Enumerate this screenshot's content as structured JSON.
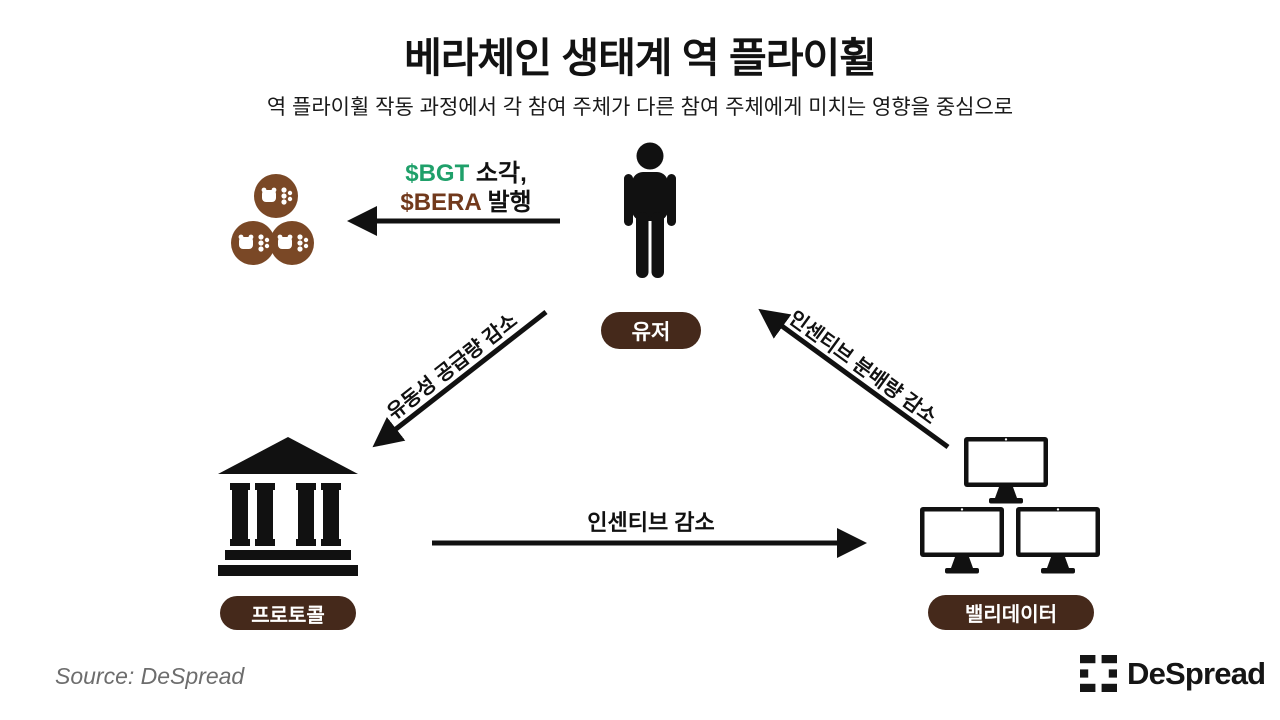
{
  "title": "베라체인 생태계 역 플라이휠",
  "subtitle": "역 플라이휠 작동 과정에서 각 참여 주체가 다른 참여 주체에게 미치는 영향을 중심으로",
  "nodes": {
    "user": {
      "label": "유저",
      "icon": "person-icon"
    },
    "protocol": {
      "label": "프로토콜",
      "icon": "bank-icon"
    },
    "validator": {
      "label": "밸리데이터",
      "icon": "monitors-icon"
    },
    "ecosystem": {
      "icon": "bera-tokens-icon"
    }
  },
  "edges": {
    "user_to_ecosystem": {
      "bgt_ticker": "$BGT",
      "burn_text": " 소각,",
      "bera_ticker": "$BERA",
      "mint_text": " 발행",
      "direction": "left"
    },
    "user_to_protocol": {
      "label": "유동성 공급량 감소",
      "direction": "down-left"
    },
    "validator_to_user": {
      "label": "인센티브 분배량 감소",
      "direction": "up-left"
    },
    "protocol_to_validator": {
      "label": "인센티브 감소",
      "direction": "right"
    }
  },
  "footer": {
    "source": "Source: DeSpread",
    "brand": "DeSpread",
    "brand_icon": "despread-brackets-icon"
  },
  "colors": {
    "bgt_green": "#1fa06a",
    "bera_brown": "#71391c",
    "pill_brown": "#45291b",
    "coin_brown": "#7a4826",
    "ink": "#111111",
    "source_gray": "#6d6d6d"
  }
}
